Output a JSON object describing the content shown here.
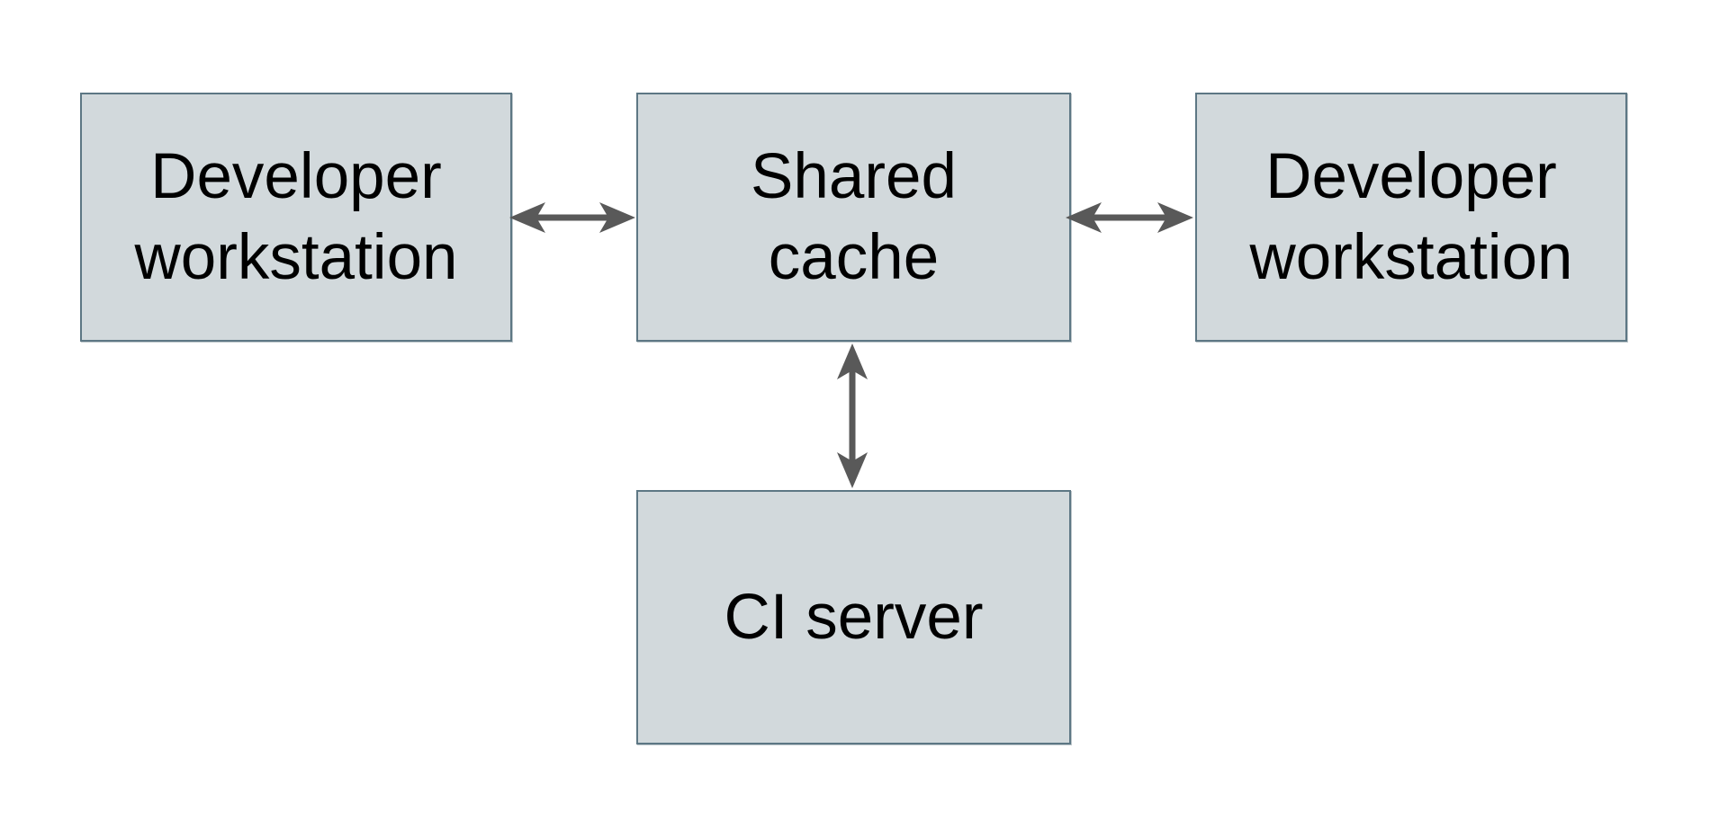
{
  "diagram": {
    "background": "#ffffff",
    "node_fill": "#d2d9dc",
    "node_border": "#5d7784",
    "arrow_color": "#595959",
    "text_color": "#000000",
    "nodes": [
      {
        "id": "developer-workstation-left",
        "label": "Developer\nworkstation"
      },
      {
        "id": "shared-cache",
        "label": "Shared\ncache"
      },
      {
        "id": "developer-workstation-right",
        "label": "Developer\nworkstation"
      },
      {
        "id": "ci-server",
        "label": "CI server"
      }
    ],
    "connections": [
      {
        "from": "developer-workstation-left",
        "to": "shared-cache",
        "type": "bidirectional"
      },
      {
        "from": "shared-cache",
        "to": "developer-workstation-right",
        "type": "bidirectional"
      },
      {
        "from": "shared-cache",
        "to": "ci-server",
        "type": "bidirectional"
      }
    ]
  }
}
